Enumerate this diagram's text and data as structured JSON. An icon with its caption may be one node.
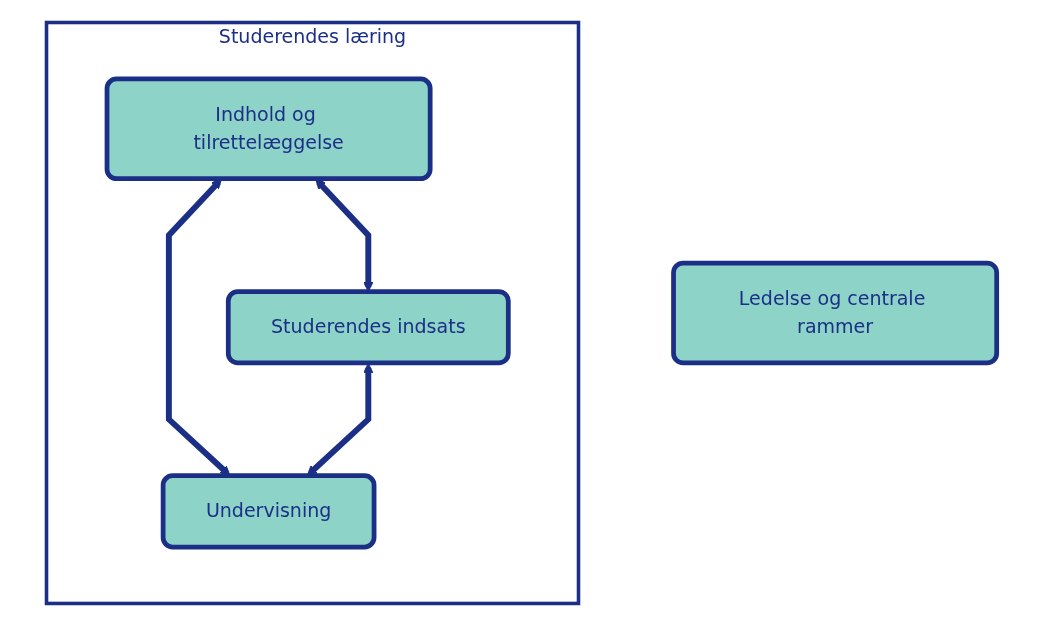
{
  "diagram": {
    "nodes": [
      {
        "text": [
          "Ledelse og centrale rammer"
        ]
      },
      {
        "text": [
          "Studerendes læring"
        ]
      },
      {
        "text": [
          "Indhold og tilrettelæggelse"
        ],
        "in": 1
      },
      {
        "text": [
          "Studerendes indsats"
        ],
        "in": 1
      },
      {
        "text": [
          "Undervisning"
        ],
        "in": 1
      }
    ],
    "edges": [
      {
        "from": 2,
        "to": 3,
        "arrow": "both"
      },
      {
        "from": 2,
        "to": 4,
        "arrow": "both"
      },
      {
        "from": 3,
        "to": 4,
        "arrow": "both"
      }
    ]
  }
}
